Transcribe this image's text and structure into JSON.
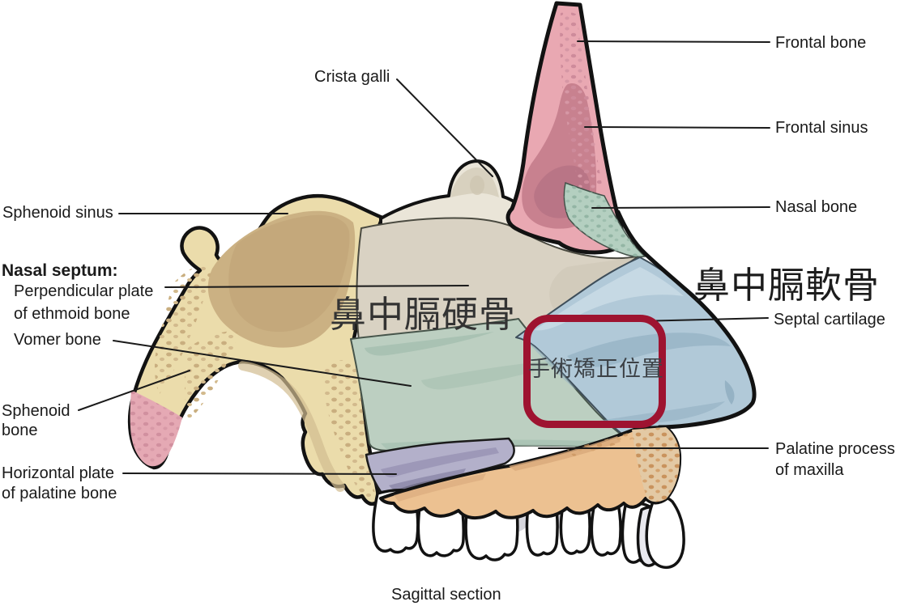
{
  "figure": {
    "caption": "Sagittal section"
  },
  "labels_left": {
    "sphenoid_sinus": "Sphenoid sinus",
    "nasal_septum_heading": "Nasal septum:",
    "perpendicular_plate_l1": "Perpendicular plate",
    "perpendicular_plate_l2": "of ethmoid bone",
    "vomer_bone": "Vomer bone",
    "sphenoid_bone_l1": "Sphenoid",
    "sphenoid_bone_l2": "bone",
    "horizontal_plate_l1": "Horizontal plate",
    "horizontal_plate_l2": "of palatine bone"
  },
  "labels_top": {
    "crista_galli": "Crista galli"
  },
  "labels_right": {
    "frontal_bone": "Frontal bone",
    "frontal_sinus": "Frontal sinus",
    "nasal_bone": "Nasal bone",
    "septal_cartilage": "Septal cartilage",
    "palatine_process_l1": "Palatine process",
    "palatine_process_l2": "of maxilla"
  },
  "annotations_cn": {
    "bony_septum": "鼻中膈硬骨",
    "cartilage_septum": "鼻中膈軟骨",
    "surgical_site": "手術矯正位置"
  },
  "colors": {
    "highlight_box": "#9E1330",
    "sphenoid_tan": "#EBDCAB",
    "sphenoid_pink": "#E5A9B4",
    "skull_base_cream": "#EAE5D8",
    "ethmoid_gray": "#D9D2C3",
    "vomer_green": "#BCCFC1",
    "cartilage_blue": "#B1C9D8",
    "frontal_bone_pink": "#E9A8B2",
    "frontal_sinus_mauve": "#C8818F",
    "nasal_bone_teal": "#B4CFC0",
    "palatine_purple": "#B3B0CA",
    "maxilla_orange": "#ECC191"
  }
}
